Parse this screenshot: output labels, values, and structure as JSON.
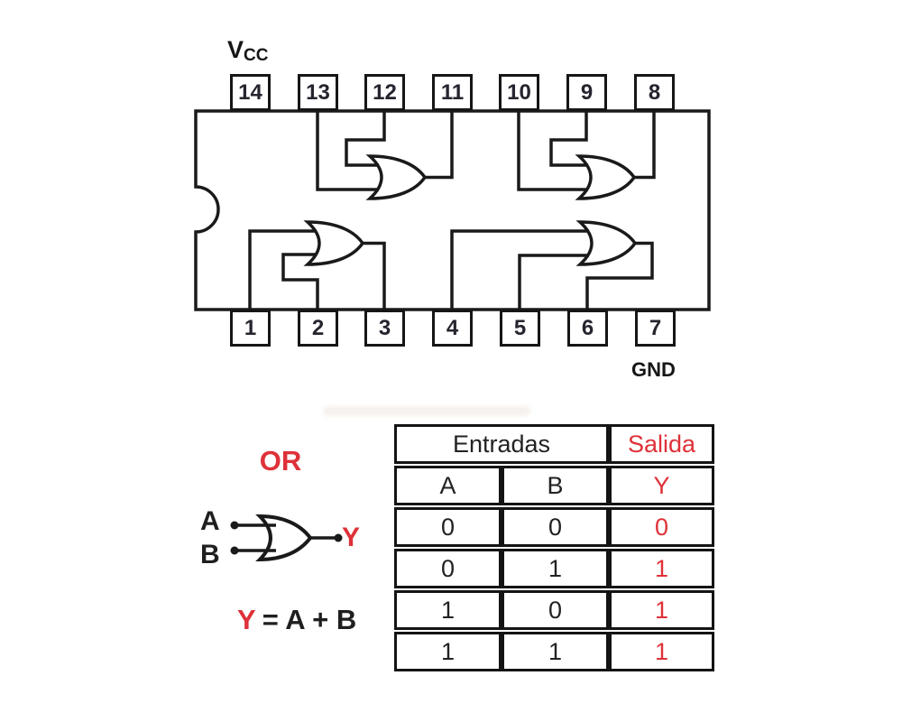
{
  "colors": {
    "accent_red": "#de3139",
    "line_ink": "#1a1a1a"
  },
  "ic": {
    "vcc_label_main": "V",
    "vcc_label_sub": "CC",
    "gnd_label": "GND",
    "top_pins": [
      "14",
      "13",
      "12",
      "11",
      "10",
      "9",
      "8"
    ],
    "bottom_pins": [
      "1",
      "2",
      "3",
      "4",
      "5",
      "6",
      "7"
    ]
  },
  "gate_symbol": {
    "title": "OR",
    "input_a": "A",
    "input_b": "B",
    "output": "Y",
    "equation_lhs": "Y",
    "equation_rhs": "= A + B"
  },
  "truth_table": {
    "header_inputs": "Entradas",
    "header_output": "Salida",
    "columns": [
      "A",
      "B",
      "Y"
    ],
    "rows": [
      [
        "0",
        "0",
        "0"
      ],
      [
        "0",
        "1",
        "1"
      ],
      [
        "1",
        "0",
        "1"
      ],
      [
        "1",
        "1",
        "1"
      ]
    ]
  }
}
